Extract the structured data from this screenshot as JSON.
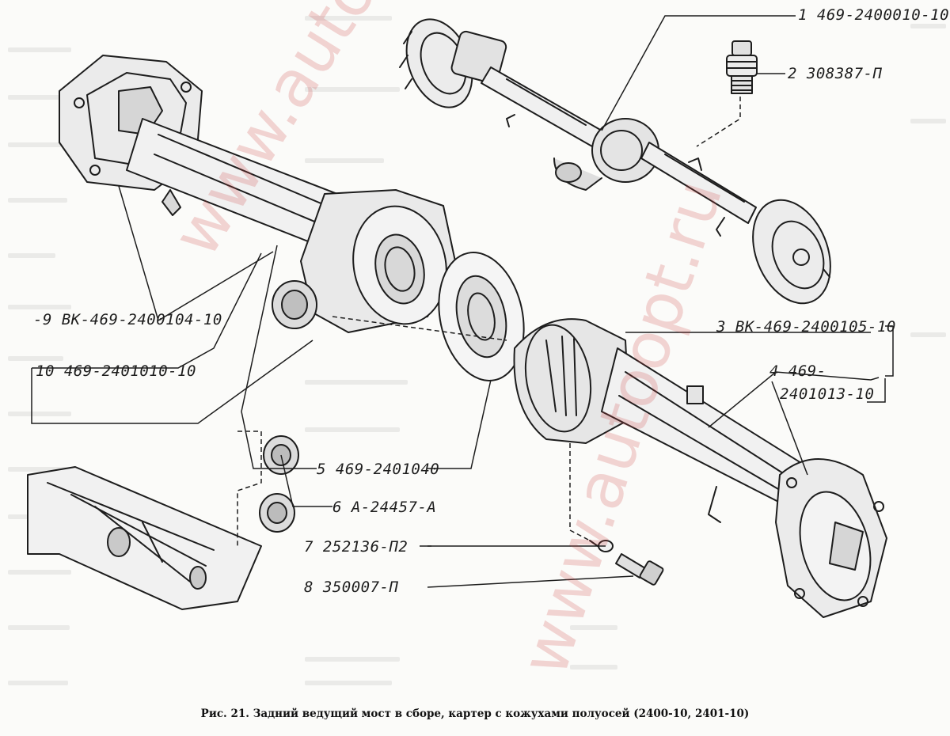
{
  "callouts": {
    "c1": "1 469-2400010-10",
    "c2": "2 308387-П",
    "c3": "3 ВК-469-2400105-10",
    "c4a": "4 469-",
    "c4b": "2401013-10",
    "c5": "5 469-2401040",
    "c6": "6 А-24457-А",
    "c7": "7 252136-П2",
    "c8": "8 350007-П",
    "c9": "-9 ВК-469-2400104-10",
    "c10": "10 469-2401010-10"
  },
  "caption": "Рис. 21. Задний ведущий мост в сборе, картер с кожухами полуосей (2400-10, 2401-10)",
  "watermark": "www.autoopt.ru",
  "colors": {
    "ink": "#1d1d1d",
    "watermark": "#cd4646"
  }
}
